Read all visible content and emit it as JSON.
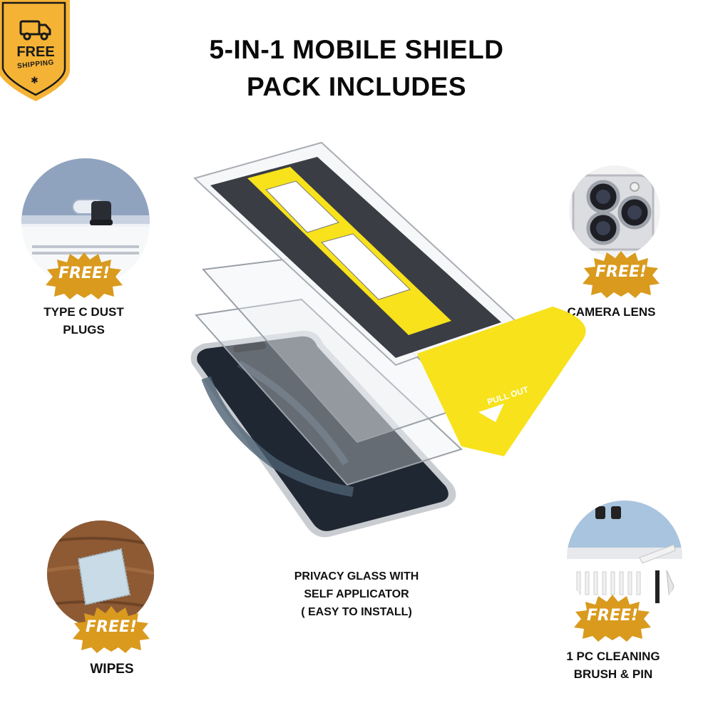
{
  "title": {
    "line1": "5-IN-1 MOBILE SHIELD",
    "line2": "PACK INCLUDES"
  },
  "shipping_badge": {
    "line1": "FREE",
    "line2": "SHIPPING",
    "icon": "delivery-truck-icon",
    "color": "#f5b335"
  },
  "free_badge_text": "FREE!",
  "free_badge_color": "#d99a1e",
  "items": [
    {
      "id": "dust-plugs",
      "label_lines": [
        "TYPE C DUST",
        "PLUGS"
      ],
      "free": true
    },
    {
      "id": "camera-lens",
      "label_lines": [
        "CAMERA LENS"
      ],
      "free": true
    },
    {
      "id": "wipes",
      "label_lines": [
        "WIPES"
      ],
      "free": true
    },
    {
      "id": "cleaning-brush",
      "label_lines": [
        "1 PC CLEANING",
        "BRUSH & PIN"
      ],
      "free": true
    },
    {
      "id": "privacy-glass",
      "label_lines": [
        "PRIVACY GLASS WITH",
        "SELF APPLICATOR",
        "( EASY TO INSTALL)"
      ],
      "free": false
    }
  ],
  "applicator_tab_text": "PULL OUT",
  "accent_yellow": "#f7e21b"
}
